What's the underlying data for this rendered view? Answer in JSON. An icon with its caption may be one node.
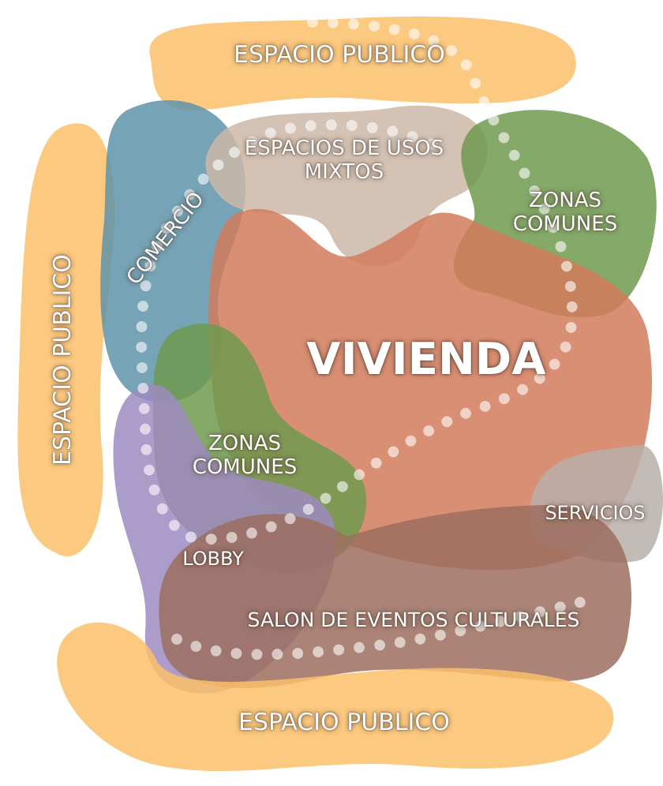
{
  "diagram": {
    "nodes": [
      {
        "text": [
          "ESPACIO PUBLICO"
        ]
      },
      {
        "text": [
          "ESPACIO PUBLICO"
        ]
      },
      {
        "text": [
          "COMERCIO"
        ]
      },
      {
        "text": [
          "ESPACIOS DE USOS MIXTOS"
        ]
      },
      {
        "text": [
          "ZONAS COMUNES"
        ]
      },
      {
        "text": [
          "VIVIENDA"
        ]
      },
      {
        "text": [
          "ZONAS COMUNES"
        ]
      },
      {
        "text": [
          "LOBBY"
        ]
      },
      {
        "text": [
          "SERVICIOS"
        ]
      },
      {
        "text": [
          "SALON DE EVENTOS CULTURALES"
        ]
      },
      {
        "text": [
          "ESPACIO PUBLICO"
        ]
      }
    ]
  }
}
